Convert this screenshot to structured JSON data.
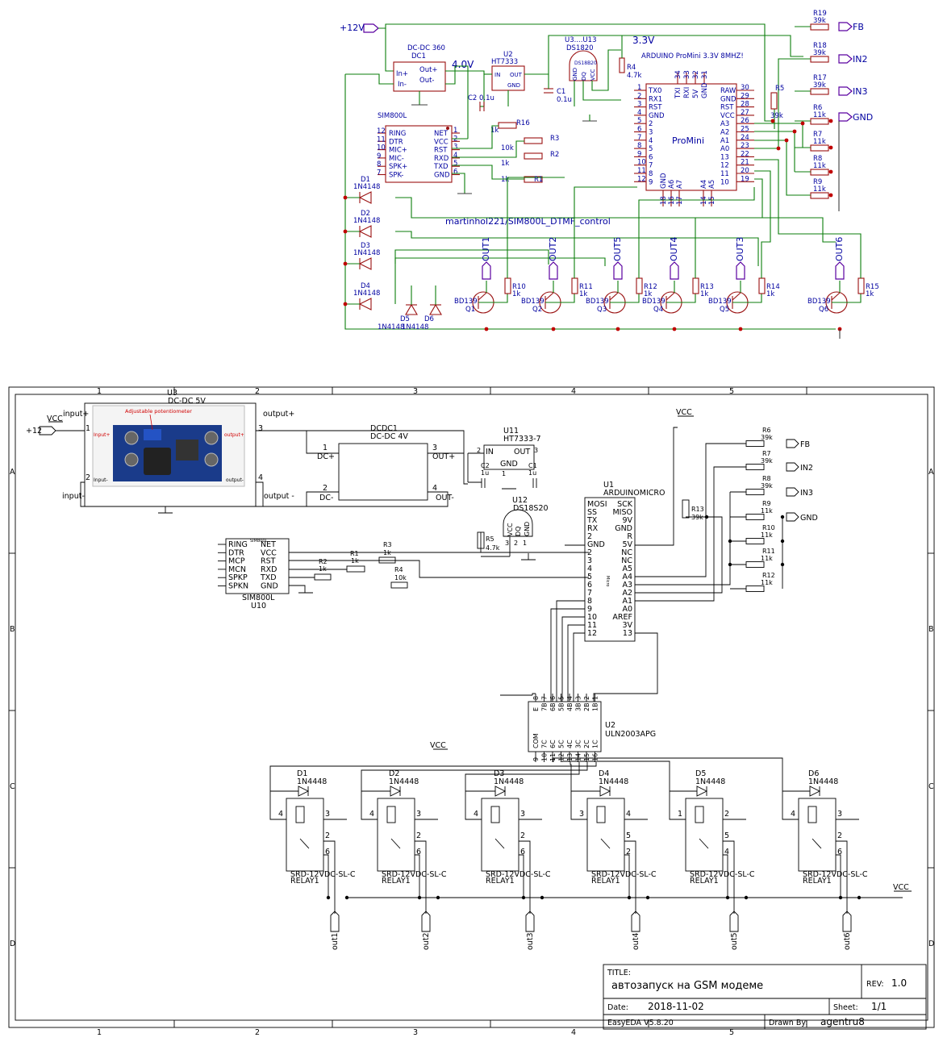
{
  "kicad": {
    "supply_12v": "+12V",
    "dcdc360_title": "DC-DC 360",
    "dcdc360_ref": "DC1",
    "dcdc360_in_plus": "In+",
    "dcdc360_in_minus": "In-",
    "dcdc360_out_plus": "Out+",
    "dcdc360_out_minus": "Out-",
    "rail_4v": "4.0V",
    "rail_3v3": "3.3V",
    "u2_ref": "U2",
    "u2_name": "HT7333",
    "u2_in": "IN",
    "u2_out": "OUT",
    "u2_gnd": "GND",
    "c2_label": "C2",
    "c2_value": "0.1u",
    "c1_label": "C1",
    "c1_value": "0.1u",
    "ds_ref": "U3....U13",
    "ds_name": "DS1820",
    "ds_body": "DS18B20",
    "ds_pins": [
      "GND",
      "DQ",
      "VCC"
    ],
    "r4_ref": "R4",
    "r4_value": "4.7k",
    "promini_note": "ARDUINO ProMini 3.3V 8MHZ!",
    "promini_name": "ProMini",
    "promini_left": [
      {
        "n": "1",
        "l": "TX0"
      },
      {
        "n": "2",
        "l": "RX1"
      },
      {
        "n": "3",
        "l": "RST"
      },
      {
        "n": "4",
        "l": "GND"
      },
      {
        "n": "5",
        "l": "2"
      },
      {
        "n": "6",
        "l": "3"
      },
      {
        "n": "7",
        "l": "4"
      },
      {
        "n": "8",
        "l": "5"
      },
      {
        "n": "9",
        "l": "6"
      },
      {
        "n": "10",
        "l": "7"
      },
      {
        "n": "11",
        "l": "8"
      },
      {
        "n": "12",
        "l": "9"
      }
    ],
    "promini_right": [
      {
        "n": "30",
        "l": "RAW"
      },
      {
        "n": "29",
        "l": "GND"
      },
      {
        "n": "28",
        "l": "RST"
      },
      {
        "n": "27",
        "l": "VCC"
      },
      {
        "n": "26",
        "l": "A3"
      },
      {
        "n": "25",
        "l": "A2"
      },
      {
        "n": "24",
        "l": "A1"
      },
      {
        "n": "23",
        "l": "A0"
      },
      {
        "n": "22",
        "l": "13"
      },
      {
        "n": "21",
        "l": "12"
      },
      {
        "n": "20",
        "l": "11"
      },
      {
        "n": "19",
        "l": "10"
      }
    ],
    "promini_top": [
      {
        "n": "34",
        "l": "TXI"
      },
      {
        "n": "33",
        "l": "RXI"
      },
      {
        "n": "32",
        "l": "5V"
      },
      {
        "n": "31",
        "l": "GND"
      }
    ],
    "promini_bottom": [
      {
        "n": "18",
        "l": "GND"
      },
      {
        "n": "16",
        "l": "A6"
      },
      {
        "n": "17",
        "l": "A7"
      },
      {
        "n": "14",
        "l": "A4"
      },
      {
        "n": "15",
        "l": "A5"
      }
    ],
    "sim_ref": "SIM800L",
    "sim_left": [
      {
        "n": "12",
        "l": "RING"
      },
      {
        "n": "11",
        "l": "DTR"
      },
      {
        "n": "10",
        "l": "MIC+"
      },
      {
        "n": "9",
        "l": "MIC-"
      },
      {
        "n": "8",
        "l": "SPK+"
      },
      {
        "n": "7",
        "l": "SPK-"
      }
    ],
    "sim_right": [
      {
        "n": "1",
        "l": "NET"
      },
      {
        "n": "2",
        "l": "VCC"
      },
      {
        "n": "3",
        "l": "RST"
      },
      {
        "n": "4",
        "l": "RXD"
      },
      {
        "n": "5",
        "l": "TXD"
      },
      {
        "n": "6",
        "l": "GND"
      }
    ],
    "r16": {
      "ref": "R16",
      "val": "1k"
    },
    "r3": {
      "ref": "R3",
      "val": "10k"
    },
    "r2": {
      "ref": "R2",
      "val": "1k"
    },
    "r1": {
      "ref": "R1",
      "val": "1k"
    },
    "project_label": "martinhol221/SIM800L_DTMF_control",
    "diodes": [
      {
        "ref": "D1",
        "val": "1N4148"
      },
      {
        "ref": "D2",
        "val": "1N4148"
      },
      {
        "ref": "D3",
        "val": "1N4148"
      },
      {
        "ref": "D4",
        "val": "1N4148"
      },
      {
        "ref": "D5",
        "val": "1N4148"
      },
      {
        "ref": "D6",
        "val": "1N4148"
      }
    ],
    "divider_resistors": [
      {
        "ref": "R19",
        "val": "39k",
        "net": "FB"
      },
      {
        "ref": "R18",
        "val": "39k",
        "net": "IN2"
      },
      {
        "ref": "R17",
        "val": "39k",
        "net": "IN3"
      },
      {
        "ref": "R6",
        "val": "11k",
        "net": "GND"
      },
      {
        "ref": "R7",
        "val": "11k"
      },
      {
        "ref": "R8",
        "val": "11k"
      },
      {
        "ref": "R9",
        "val": "11k"
      }
    ],
    "r5": {
      "ref": "R5",
      "val": "39k"
    },
    "transistors": [
      {
        "q": "Q1",
        "type": "BD139",
        "r": "R10",
        "rv": "1k",
        "out": "OUT1"
      },
      {
        "q": "Q2",
        "type": "BD139",
        "r": "R11",
        "rv": "1k",
        "out": "OUT2"
      },
      {
        "q": "Q3",
        "type": "BD139",
        "r": "R12",
        "rv": "1k",
        "out": "OUT5"
      },
      {
        "q": "Q4",
        "type": "BD139",
        "r": "R13",
        "rv": "1k",
        "out": "OUT4"
      },
      {
        "q": "Q5",
        "type": "BD139",
        "r": "R14",
        "rv": "1k",
        "out": "OUT3"
      },
      {
        "q": "Q6",
        "type": "BD139",
        "r": "R15",
        "rv": "1k",
        "out": "OUT6"
      }
    ]
  },
  "easyeda": {
    "col_labels": [
      "1",
      "2",
      "3",
      "4",
      "5"
    ],
    "row_labels": [
      "A",
      "B",
      "C",
      "D"
    ],
    "vcc": "VCC",
    "supply_12": "+12",
    "u3": {
      "ref": "U3",
      "name": "DC-DC 5V",
      "pot": "Adjustable potentiometer",
      "in_plus": "input+",
      "in_minus": "input-",
      "out_plus": "output+",
      "out_minus": "output -",
      "p1": "1",
      "p2": "2",
      "p3": "3",
      "p4": "4",
      "img_inp": "Input+",
      "img_inm": "Input-",
      "img_outp": "output+",
      "img_outm": "output-"
    },
    "dcdc1": {
      "ref": "DCDC1",
      "name": "DC-DC 4V",
      "dc_plus": "DC+",
      "dc_minus": "DC-",
      "out_plus": "OUT+",
      "out_minus": "OUT-",
      "p1": "1",
      "p2": "2",
      "p3": "3",
      "p4": "4"
    },
    "u11": {
      "ref": "U11",
      "name": "HT7333-7",
      "in": "IN",
      "out": "OUT",
      "gnd": "GND",
      "p1": "1",
      "p2": "2",
      "p3": "3"
    },
    "c2": {
      "ref": "C2",
      "val": "1u"
    },
    "c1": {
      "ref": "C1",
      "val": "1u"
    },
    "u12": {
      "ref": "U12",
      "name": "DS18S20",
      "pins": [
        "VCC",
        "DQ",
        "GND"
      ],
      "pnum": [
        "3",
        "2",
        "1"
      ]
    },
    "r5": {
      "ref": "R5",
      "val": "4.7k"
    },
    "sim": {
      "ref": "SIM800L",
      "unit": "U10",
      "chip": "SIM800L",
      "left": [
        "RING",
        "DTR",
        "MCP",
        "MCN",
        "SPKP",
        "SPKN"
      ],
      "right": [
        "NET",
        "VCC",
        "RST",
        "RXD",
        "TXD",
        "GND"
      ]
    },
    "r1": {
      "ref": "R1",
      "val": "1k"
    },
    "r2": {
      "ref": "R2",
      "val": "1k"
    },
    "r3": {
      "ref": "R3",
      "val": "1k"
    },
    "r4": {
      "ref": "R4",
      "val": "10k"
    },
    "u1": {
      "ref": "U1",
      "name": "ARDUINOMICRO",
      "micro": "Micro",
      "left": [
        "MOSI",
        "SS",
        "TX",
        "RX",
        "2",
        "GND",
        "2",
        "3",
        "4",
        "5",
        "6",
        "7",
        "8",
        "9",
        "10",
        "11",
        "12"
      ],
      "right": [
        "SCK",
        "MISO",
        "9V",
        "GND",
        "R",
        "5V",
        "NC",
        "NC",
        "A5",
        "A4",
        "A3",
        "A2",
        "A1",
        "A0",
        "AREF",
        "3V",
        "13"
      ]
    },
    "dividers": [
      {
        "ref": "R6",
        "val": "39k",
        "net": "FB"
      },
      {
        "ref": "R7",
        "val": "39k",
        "net": "IN2"
      },
      {
        "ref": "R8",
        "val": "39k",
        "net": "IN3"
      },
      {
        "ref": "R9",
        "val": "11k",
        "net": "GND"
      },
      {
        "ref": "R10",
        "val": "11k"
      },
      {
        "ref": "R11",
        "val": "11k"
      },
      {
        "ref": "R12",
        "val": "11k"
      }
    ],
    "r13": {
      "ref": "R13",
      "val": "39k"
    },
    "u2": {
      "ref": "U2",
      "name": "ULN2003APG",
      "top": [
        "E",
        "7B",
        "6B",
        "5B",
        "4B",
        "3B",
        "2B",
        "1B"
      ],
      "top_n": [
        "8",
        "7",
        "6",
        "5",
        "4",
        "3",
        "2",
        "1"
      ],
      "bot": [
        "COM",
        "7C",
        "6C",
        "5C",
        "4C",
        "3C",
        "2C",
        "1C"
      ],
      "bot_n": [
        "9",
        "10",
        "11",
        "12",
        "13",
        "14",
        "15",
        "16"
      ]
    },
    "relays": [
      {
        "d": "D1",
        "dv": "1N4448",
        "name": "SRD-12VDC-SL-C",
        "unit": "RELAY1",
        "out": "out1",
        "pins": [
          "4",
          "3",
          "2",
          "6"
        ]
      },
      {
        "d": "D2",
        "dv": "1N4448",
        "name": "SRD-12VDC-SL-C",
        "unit": "RELAY1",
        "out": "out2",
        "pins": [
          "4",
          "3",
          "2",
          "6"
        ]
      },
      {
        "d": "D3",
        "dv": "1N4448",
        "name": "SRD-12VDC-SL-C",
        "unit": "RELAY1",
        "out": "out3",
        "pins": [
          "4",
          "3",
          "2",
          "6"
        ]
      },
      {
        "d": "D4",
        "dv": "1N4448",
        "name": "SRD-12VDC-SL-C",
        "unit": "RELAY1",
        "out": "out4",
        "pins": [
          "3",
          "4",
          "5",
          "2"
        ]
      },
      {
        "d": "D5",
        "dv": "1N4448",
        "name": "SRD-12VDC-SL-C",
        "unit": "RELAY1",
        "out": "out5",
        "pins": [
          "1",
          "2",
          "5",
          "4"
        ]
      },
      {
        "d": "D6",
        "dv": "1N4448",
        "name": "SRD-12VDC-SL-C",
        "unit": "RELAY1",
        "out": "out6",
        "pins": [
          "4",
          "3",
          "2",
          "6"
        ]
      }
    ],
    "title_block": {
      "title_label": "TITLE:",
      "title": "автозапуск на GSM модеме",
      "rev_label": "REV:",
      "rev": "1.0",
      "date_label": "Date:",
      "date": "2018-11-02",
      "sheet_label": "Sheet:",
      "sheet": "1/1",
      "tool": "EasyEDA V5.8.20",
      "drawn_label": "Drawn By:",
      "drawn": "agentru8"
    }
  }
}
